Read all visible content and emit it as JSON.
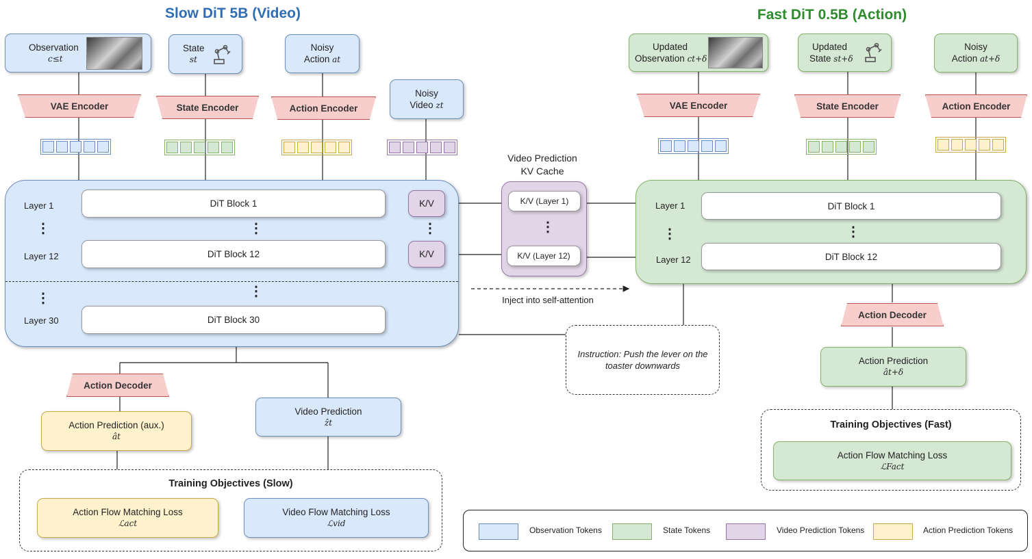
{
  "titles": {
    "slow": "Slow DiT 5B (Video)",
    "fast": "Fast DiT 0.5B (Action)"
  },
  "slow": {
    "inputs": [
      {
        "label": "Observation",
        "math": "c≤t"
      },
      {
        "label": "State",
        "math": "st"
      },
      {
        "label": "Noisy",
        "label2": "Action",
        "math": "at"
      },
      {
        "label": "Noisy",
        "label2": "Video",
        "math": "zt"
      }
    ],
    "encoders": [
      "VAE Encoder",
      "State Encoder",
      "Action Encoder"
    ],
    "layers": [
      {
        "label": "Layer 1",
        "block": "DiT Block 1"
      },
      {
        "label": "Layer 12",
        "block": "DiT Block 12"
      },
      {
        "label": "Layer 30",
        "block": "DiT Block 30"
      }
    ],
    "kv": "K/V",
    "decoder": "Action Decoder",
    "outputs": {
      "action": {
        "label": "Action Prediction (aux.)",
        "math": "ât"
      },
      "video": {
        "label": "Video Prediction",
        "math": "ẑt"
      }
    },
    "objectives": {
      "title": "Training Objectives (Slow)",
      "action": {
        "label": "Action Flow Matching Loss",
        "math": "ℒact"
      },
      "video": {
        "label": "Video Flow Matching Loss",
        "math": "ℒvid"
      }
    }
  },
  "cache": {
    "title1": "Video Prediction",
    "title2": "KV Cache",
    "layer1": "K/V (Layer 1)",
    "layer12": "K/V (Layer 12)",
    "inject": "Inject into self-attention"
  },
  "instruction": "Instruction: Push the lever on the toaster downwards",
  "fast": {
    "inputs": [
      {
        "label": "Updated",
        "label2": "Observation",
        "math": "ct+δ"
      },
      {
        "label": "Updated",
        "label2": "State",
        "math": "st+δ"
      },
      {
        "label": "Noisy",
        "label2": "Action",
        "math": "at+δ"
      }
    ],
    "encoders": [
      "VAE Encoder",
      "State Encoder",
      "Action Encoder"
    ],
    "layers": [
      {
        "label": "Layer 1",
        "block": "DiT Block 1"
      },
      {
        "label": "Layer 12",
        "block": "DiT Block 12"
      }
    ],
    "decoder": "Action Decoder",
    "output": {
      "label": "Action Prediction",
      "math": "ât+δ"
    },
    "objectives": {
      "title": "Training Objectives (Fast)",
      "action": {
        "label": "Action Flow Matching Loss",
        "math": "ℒFact"
      }
    }
  },
  "legend": [
    {
      "label": "Observation Tokens",
      "color": "#dae8fc",
      "stroke": "#6c8ebf"
    },
    {
      "label": "State Tokens",
      "color": "#d5e8d4",
      "stroke": "#82b366"
    },
    {
      "label": "Video Prediction Tokens",
      "color": "#e1d5e7",
      "stroke": "#9673a6"
    },
    {
      "label": "Action Prediction Tokens",
      "color": "#fff2cc",
      "stroke": "#c9a94a"
    }
  ],
  "colors": {
    "slow_title": "#2f6db5",
    "fast_title": "#2e8b2e"
  }
}
